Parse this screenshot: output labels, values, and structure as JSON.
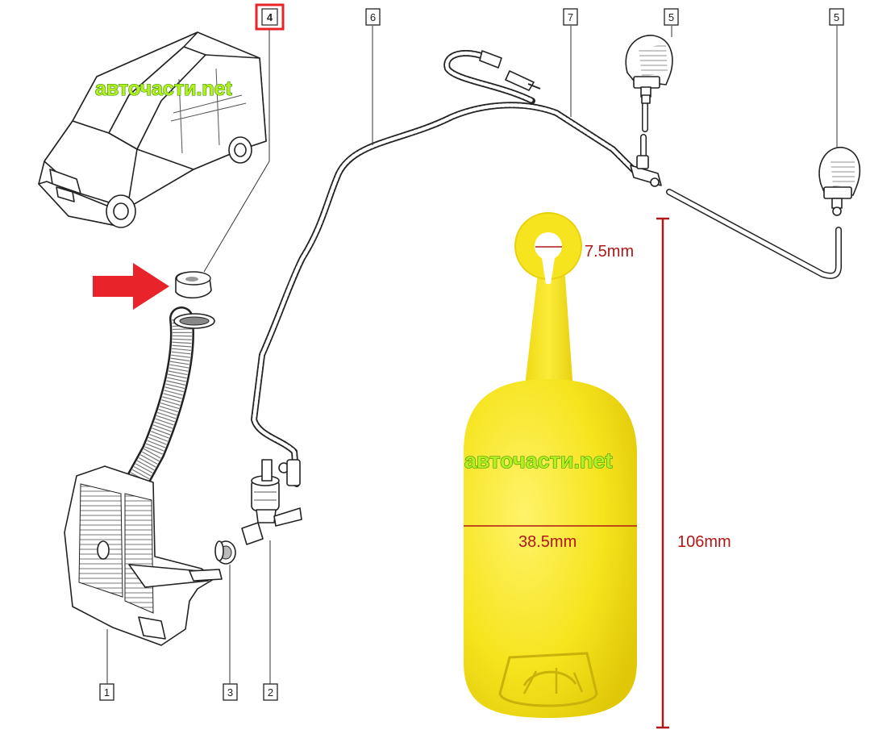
{
  "watermark": "авточасти.net",
  "callouts": {
    "c1": "1",
    "c2": "2",
    "c3": "3",
    "c4": "4",
    "c5a": "5",
    "c5b": "5",
    "c6": "6",
    "c7": "7"
  },
  "highlight_color": "#e8232a",
  "cap_color": "#f6e41e",
  "dimensions": {
    "loop_diameter": "7.5mm",
    "width": "38.5mm",
    "height": "106mm"
  }
}
